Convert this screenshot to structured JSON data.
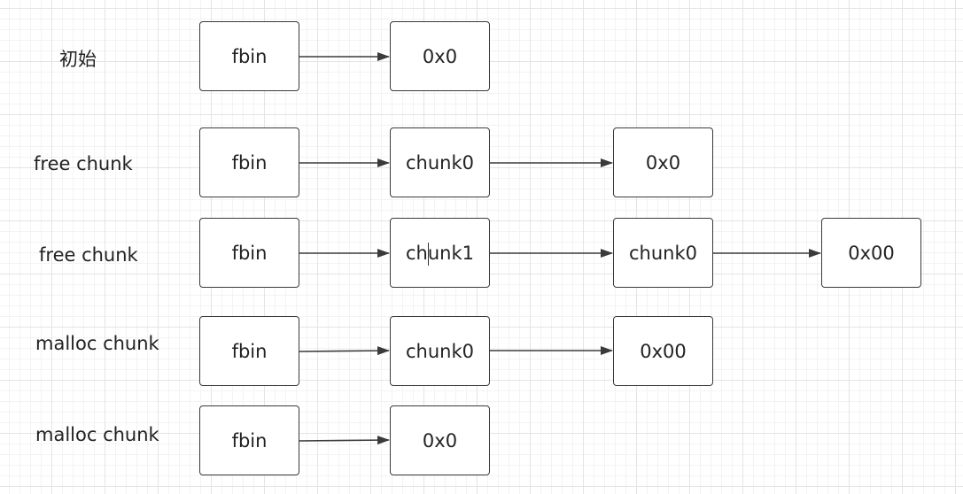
{
  "rows": [
    {
      "label": "初始",
      "nodes": [
        "fbin",
        "0x0"
      ]
    },
    {
      "label": "free chunk",
      "nodes": [
        "fbin",
        "chunk0",
        "0x0"
      ]
    },
    {
      "label": "free chunk",
      "nodes": [
        "fbin",
        "chunk1",
        "chunk0",
        "0x00"
      ]
    },
    {
      "label": "malloc chunk",
      "nodes": [
        "fbin",
        "chunk0",
        "0x00"
      ]
    },
    {
      "label": "malloc chunk",
      "nodes": [
        "fbin",
        "0x0"
      ]
    }
  ],
  "colors": {
    "stroke": "#3a3a3a",
    "text": "#222222",
    "grid": "#e4e4e4"
  }
}
